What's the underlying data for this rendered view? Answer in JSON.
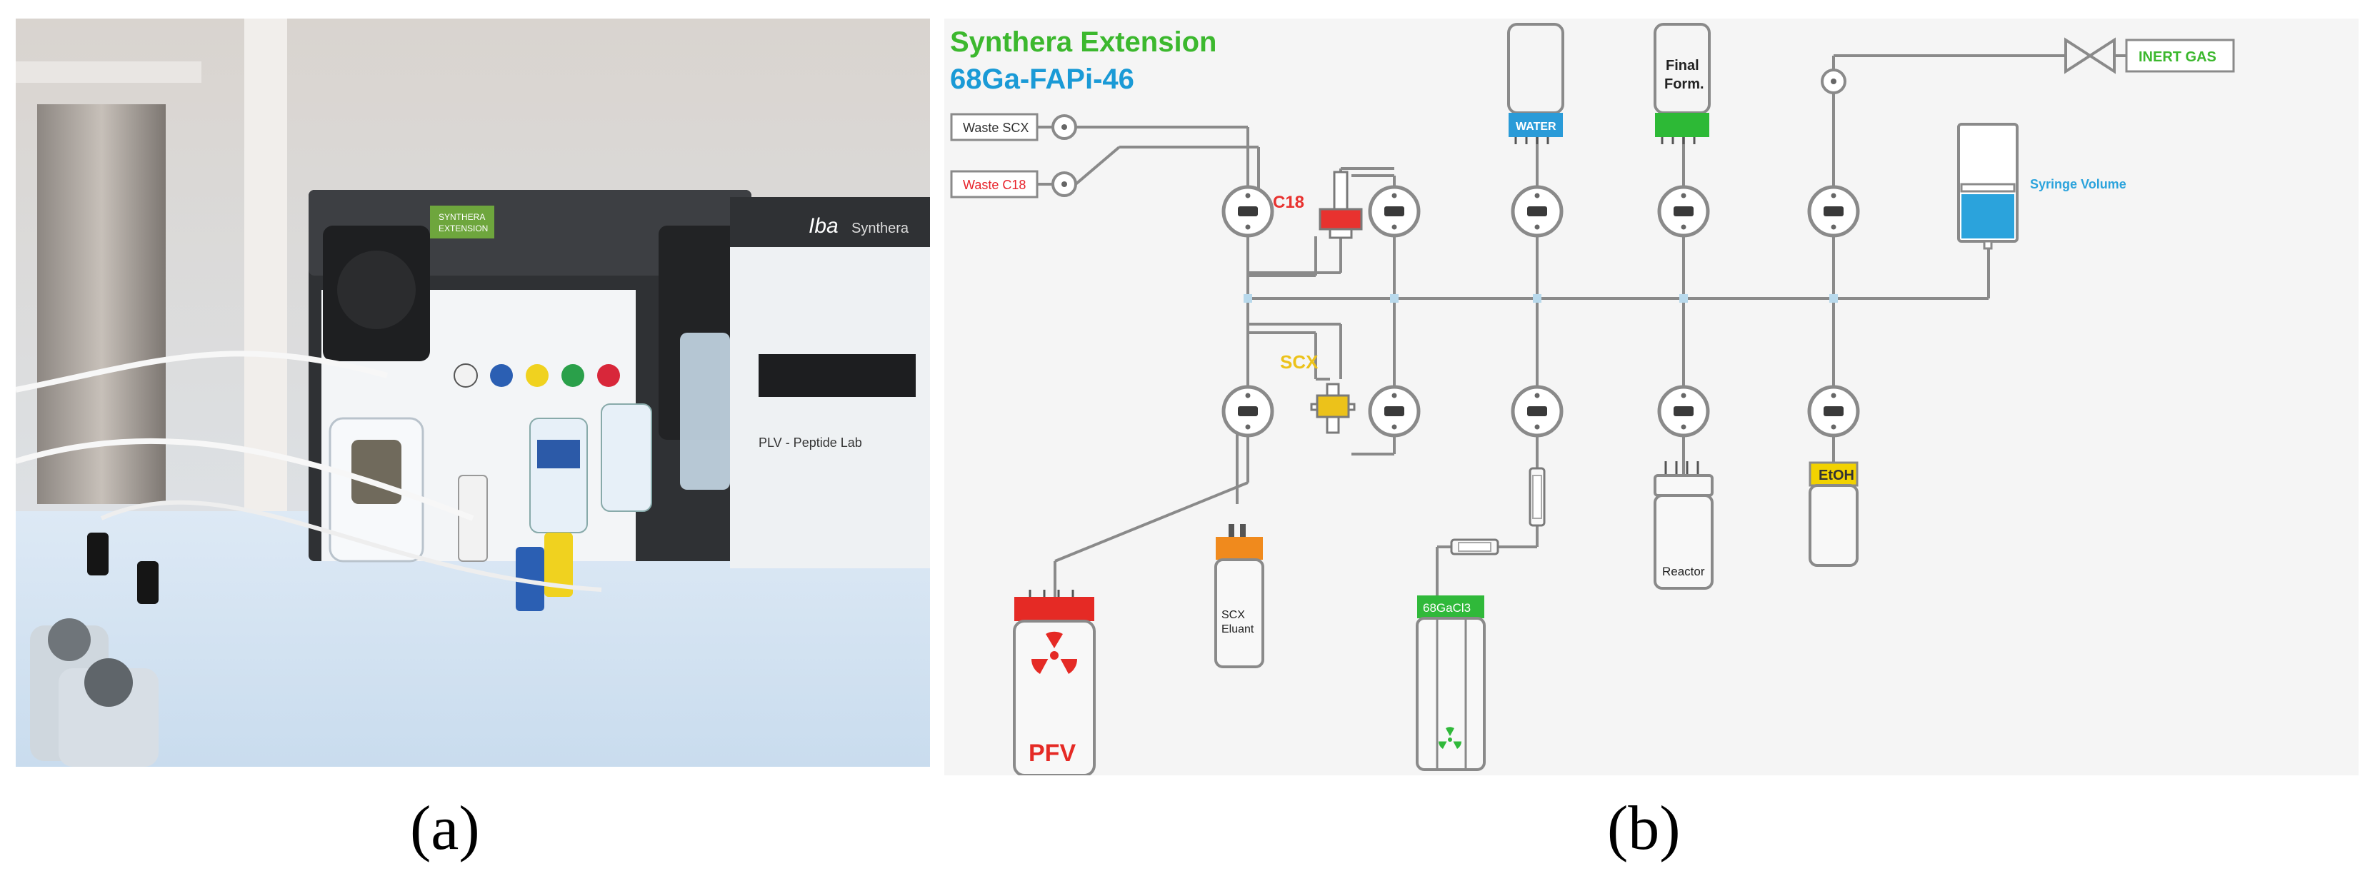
{
  "figure": {
    "panel_a": {
      "caption": "(a)",
      "module_label_line1": "SYNTHERA",
      "module_label_line2": "EXTENSION",
      "brand": "Iba",
      "side_text": "Synthera",
      "front_text": "PLV - Peptide Lab"
    },
    "panel_b": {
      "caption": "(b)",
      "title": "Synthera Extension",
      "subtitle": "68Ga-FAPi-46",
      "labels": {
        "waste_scx": "Waste SCX",
        "waste_c18": "Waste C18",
        "c18": "C18",
        "scx": "SCX",
        "water": "WATER",
        "final_form_line1": "Final",
        "final_form_line2": "Form.",
        "inert_gas": "INERT GAS",
        "syringe_volume": "Syringe Volume",
        "pfv": "PFV",
        "scx_eluant_line1": "SCX",
        "scx_eluant_line2": "Eluant",
        "ga_cl3": "68GaCl3",
        "reactor": "Reactor",
        "etoh": "EtOH"
      }
    }
  },
  "colors": {
    "title_green": "#3cb82e",
    "subtitle_blue": "#1a9ad6",
    "waste_red": "#e8232b",
    "c18_red": "#e8322f",
    "scx_yellow": "#ecc21a",
    "water_blue": "#2a9bd8",
    "final_green": "#2db936",
    "pfv_red": "#e52a25",
    "scx_eluant_orange": "#f08a1d",
    "ga_green": "#30b93a",
    "etoh_yellow": "#f2d200",
    "syringe_blue": "#2ba3dc"
  }
}
